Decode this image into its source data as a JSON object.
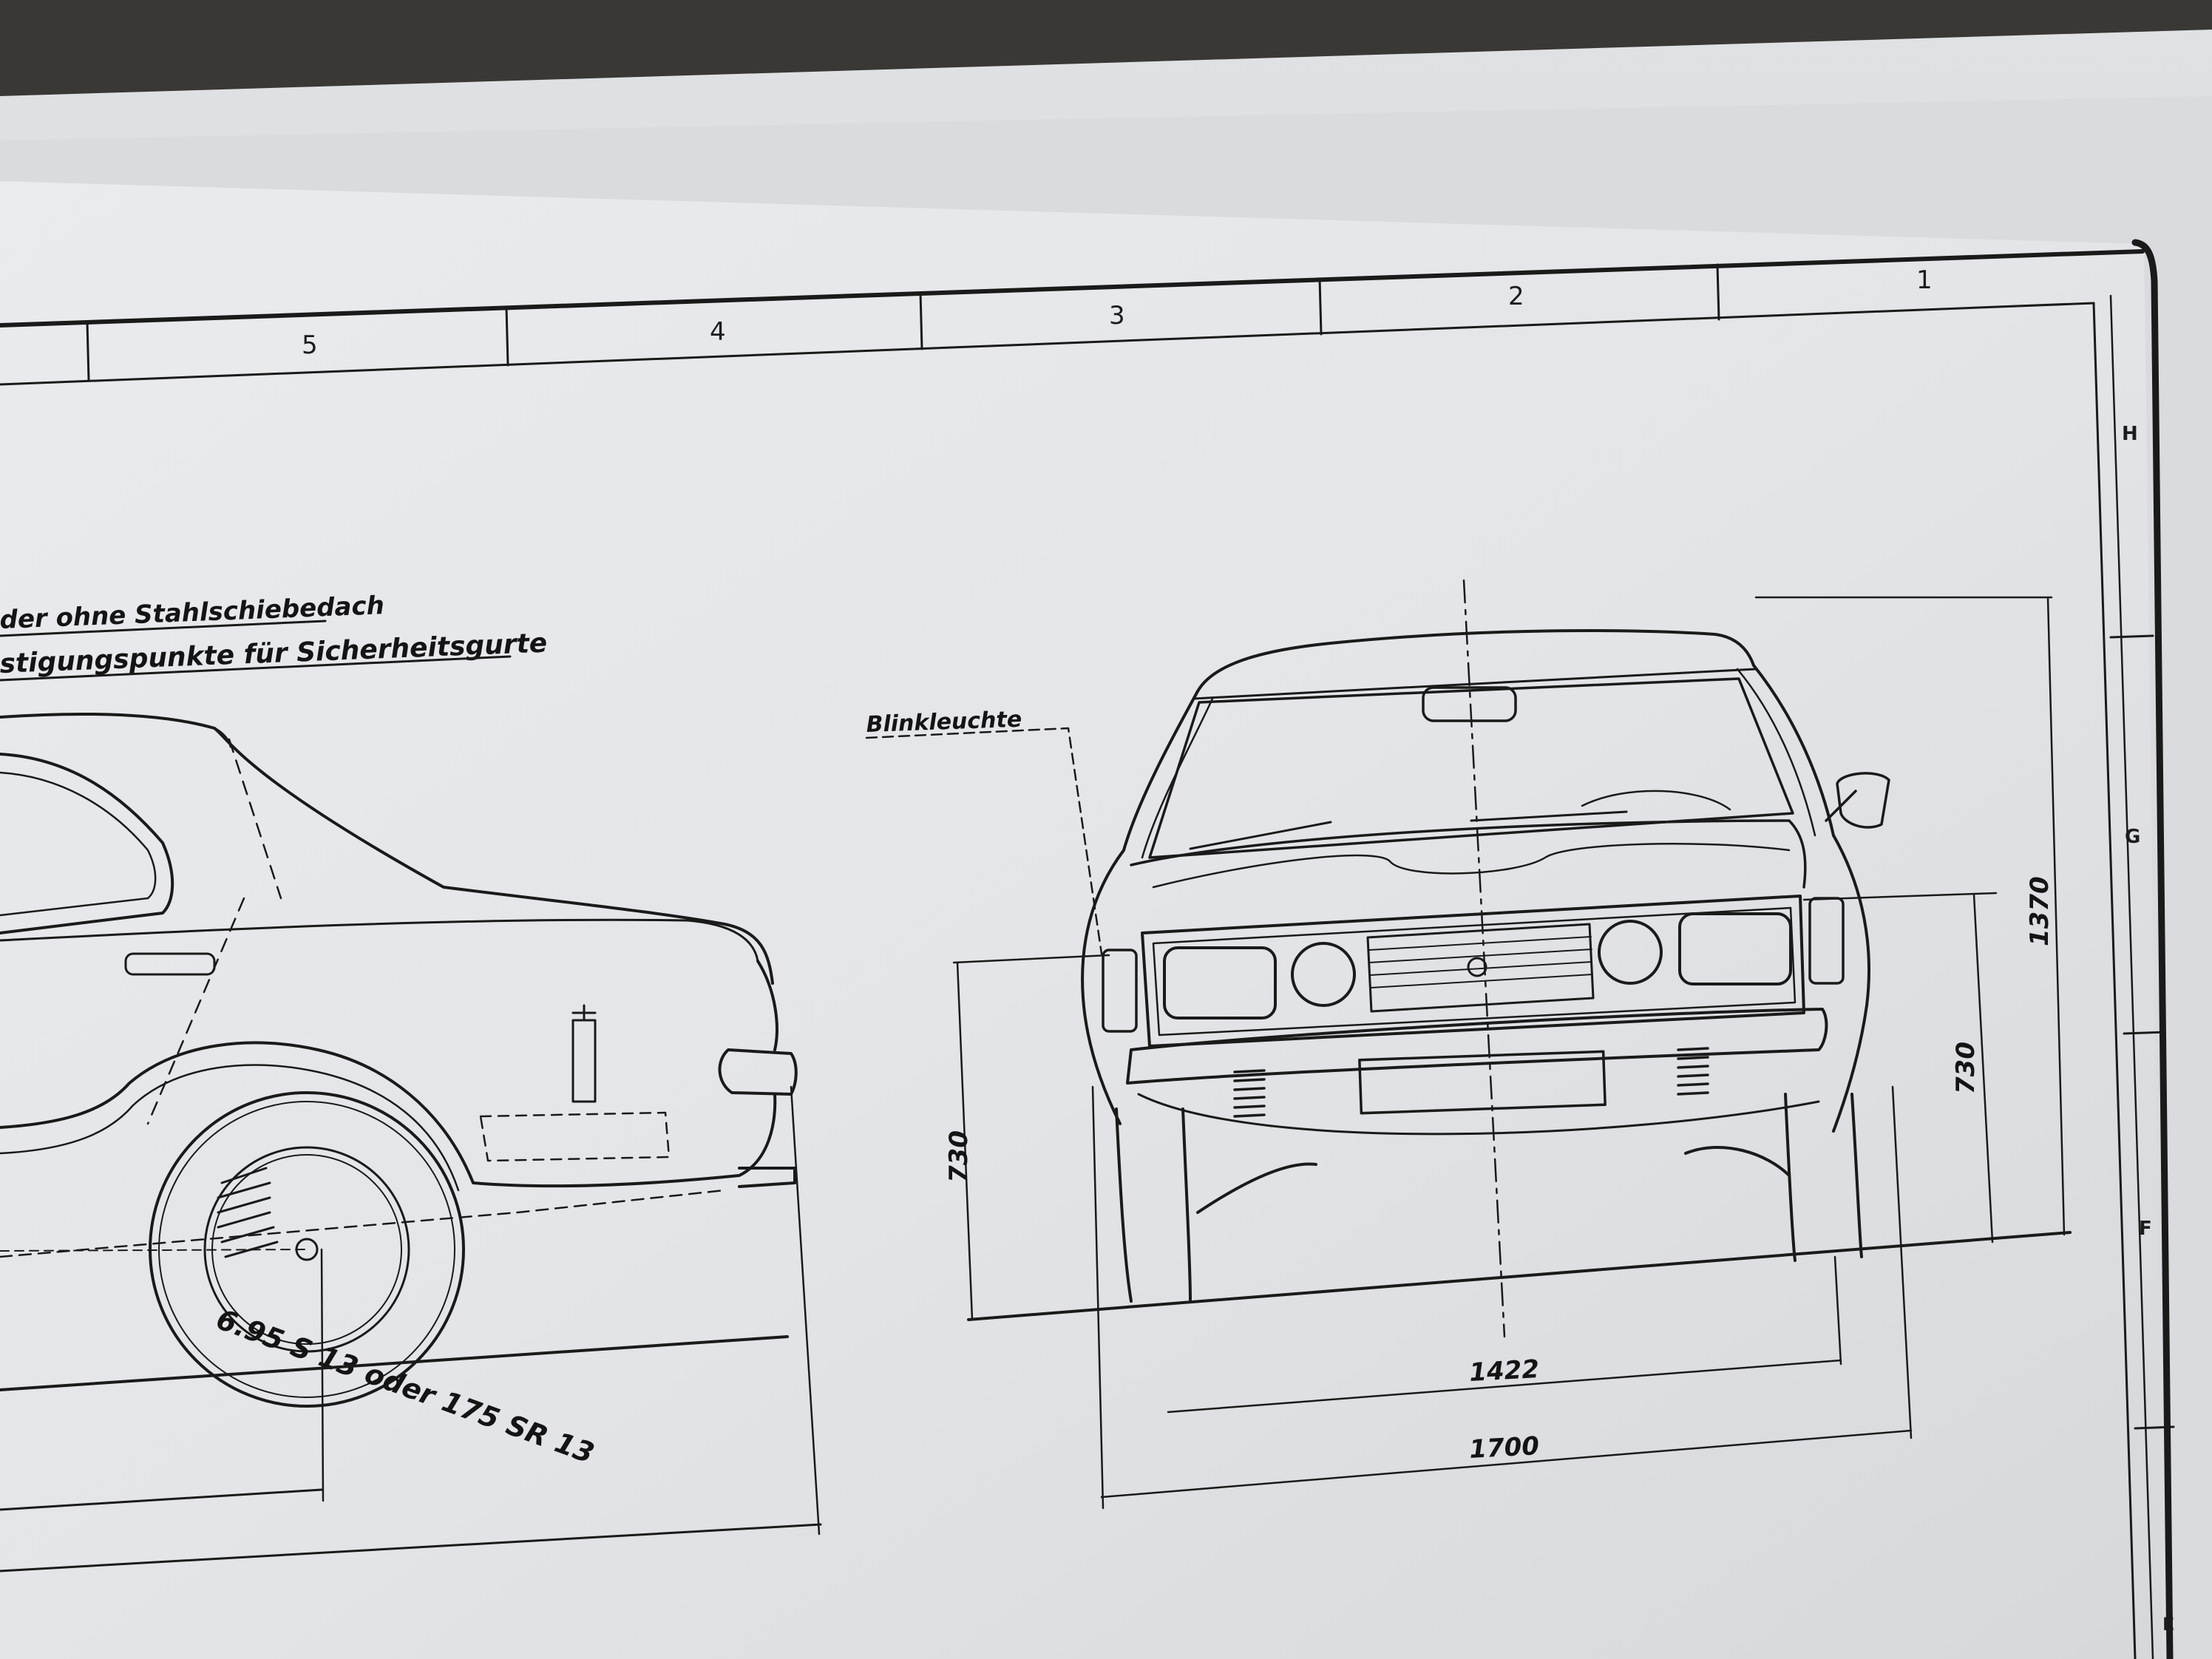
{
  "zones": {
    "columns": [
      "5",
      "4",
      "3",
      "2",
      "1"
    ],
    "rows": [
      "H",
      "G",
      "F",
      "E"
    ]
  },
  "notes": {
    "line1": "der ohne Stahlschiebedach",
    "line2": "stigungspunkte für Sicherheitsgurte"
  },
  "labels": {
    "blinker": "Blinkleuchte",
    "tire": "6.95 S 13 oder 175 SR 13"
  },
  "dimensions": {
    "front_height_left": "730",
    "front_height_right": "730",
    "overall_height": "1370",
    "track": "1422",
    "overall_width": "1700"
  }
}
